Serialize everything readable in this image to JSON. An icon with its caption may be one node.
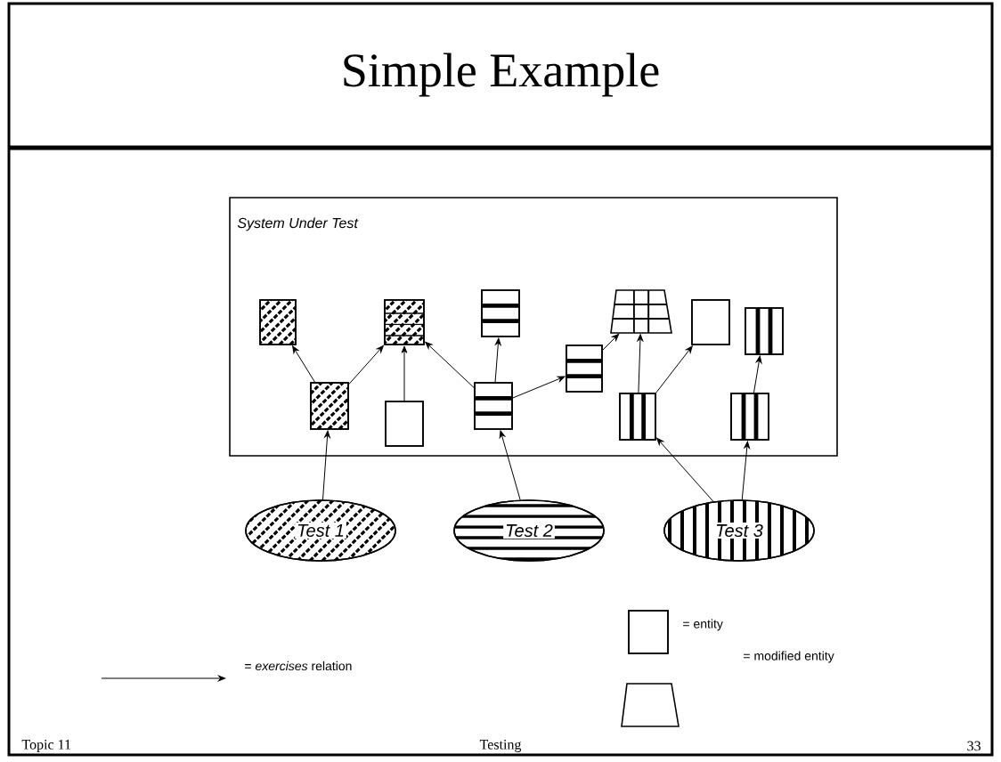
{
  "diagram": {
    "title": "Simple Example",
    "nodes": [
      {
        "text": [
          "System Under Test"
        ]
      },
      {
        "text": [],
        "shape": "box",
        "in": 0
      },
      {
        "text": [],
        "shape": "box",
        "in": 0
      },
      {
        "text": [],
        "shape": "box",
        "in": 0
      },
      {
        "text": [],
        "shape": "trapezoid",
        "in": 0
      },
      {
        "text": [],
        "shape": "box",
        "in": 0
      },
      {
        "text": [],
        "shape": "box",
        "in": 0
      },
      {
        "text": [],
        "shape": "box",
        "in": 0
      },
      {
        "text": [],
        "shape": "box",
        "in": 0
      },
      {
        "text": [],
        "shape": "box",
        "in": 0
      },
      {
        "text": [],
        "shape": "box",
        "in": 0
      },
      {
        "text": [],
        "shape": "box",
        "in": 0
      },
      {
        "text": [],
        "shape": "box",
        "in": 0
      },
      {
        "text": [
          "Test 1"
        ]
      },
      {
        "text": [
          "Test 2"
        ]
      },
      {
        "text": [
          "Test 3"
        ]
      },
      {
        "text": [],
        "shape": "box",
        "beside": [
          "= entity"
        ]
      },
      {
        "text": [],
        "shape": "trapezoid"
      }
    ],
    "edges": [
      {
        "from": 8,
        "to": 1,
        "arrow": "to"
      },
      {
        "from": 8,
        "to": 2,
        "arrow": "to"
      },
      {
        "from": 9,
        "to": 2,
        "arrow": "to"
      },
      {
        "from": 10,
        "to": 2,
        "arrow": "to"
      },
      {
        "from": 10,
        "to": 3,
        "arrow": "to"
      },
      {
        "from": 10,
        "to": 7,
        "arrow": "to"
      },
      {
        "from": 7,
        "to": 4,
        "arrow": "to"
      },
      {
        "from": 11,
        "to": 4,
        "arrow": "to"
      },
      {
        "from": 11,
        "to": 5,
        "arrow": "to"
      },
      {
        "from": 12,
        "to": 6,
        "arrow": "to"
      },
      {
        "from": 13,
        "to": 8,
        "arrow": "to"
      },
      {
        "from": 14,
        "to": 10,
        "arrow": "to"
      },
      {
        "from": 15,
        "to": 11,
        "arrow": "to"
      },
      {
        "from": 15,
        "to": 12,
        "arrow": "to"
      }
    ],
    "labels": [
      "= modified entity",
      "Topic 11",
      "Testing",
      "33"
    ],
    "legend": [
      {
        "text": "= *exercises* relation"
      }
    ]
  }
}
